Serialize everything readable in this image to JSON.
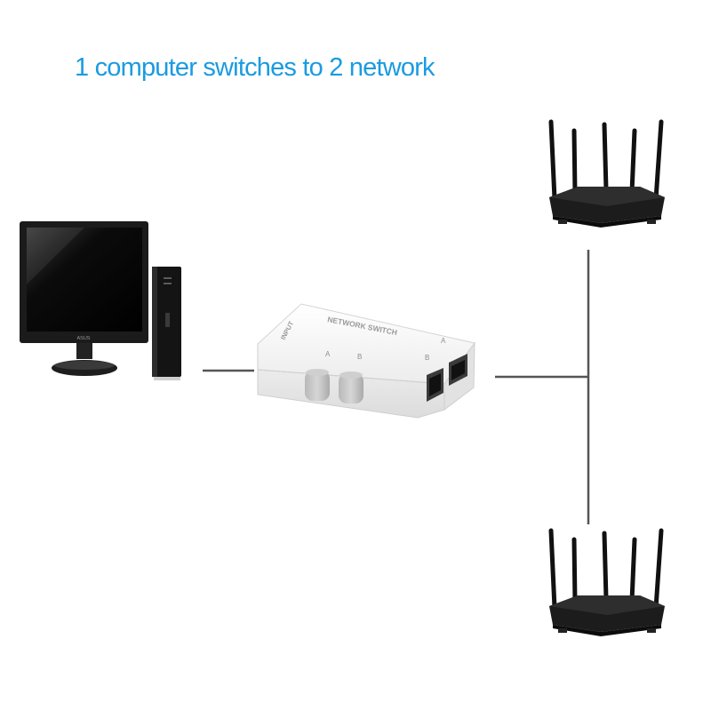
{
  "title": "1 computer switches to 2 network",
  "colors": {
    "title": "#1a9be0",
    "line": "#555555",
    "device_dark": "#1c1c1c",
    "switch_body": "#f1f1f1"
  },
  "monitor": {
    "brand": "ASUS"
  },
  "switch": {
    "label_top": "NETWORK SWITCH",
    "label_side": "INPUT",
    "button_a": "A",
    "button_b": "B",
    "port_a": "A",
    "port_b": "B"
  }
}
